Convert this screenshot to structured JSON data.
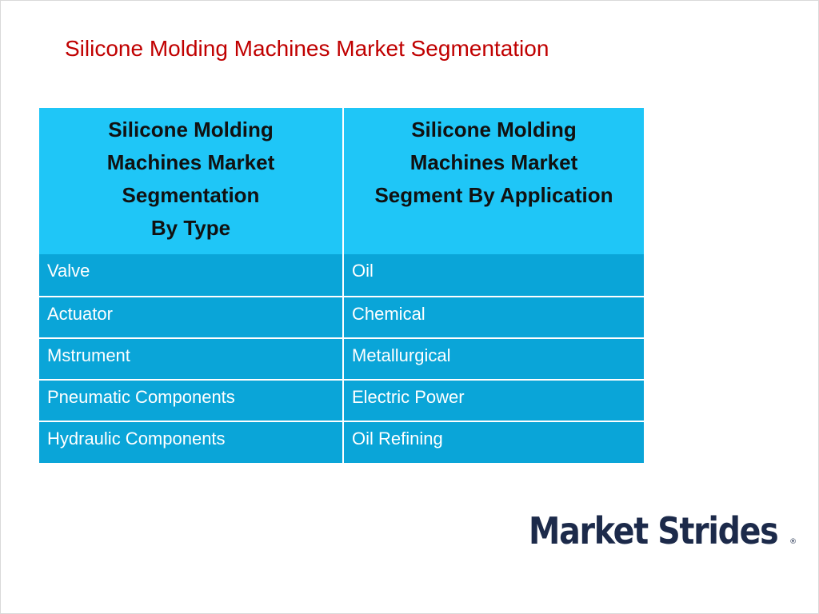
{
  "title": "Silicone Molding Machines Market Segmentation",
  "table": {
    "headers": [
      "Silicone Molding\nMachines Market\nSegmentation\nBy Type",
      "Silicone Molding\nMachines Market\nSegment By Application"
    ],
    "rows": [
      [
        "Valve",
        "Oil"
      ],
      [
        "Actuator",
        "Chemical"
      ],
      [
        "Mstrument",
        "Metallurgical"
      ],
      [
        "Pneumatic Components",
        "Electric Power"
      ],
      [
        "Hydraulic Components",
        "Oil Refining"
      ]
    ]
  },
  "logo": {
    "text": "Market Strides",
    "mark": "®"
  },
  "colors": {
    "title": "#c00000",
    "header_bg": "#1fc6f7",
    "row_bg": "#0aa5d8",
    "logo": "#1c2a4a"
  }
}
